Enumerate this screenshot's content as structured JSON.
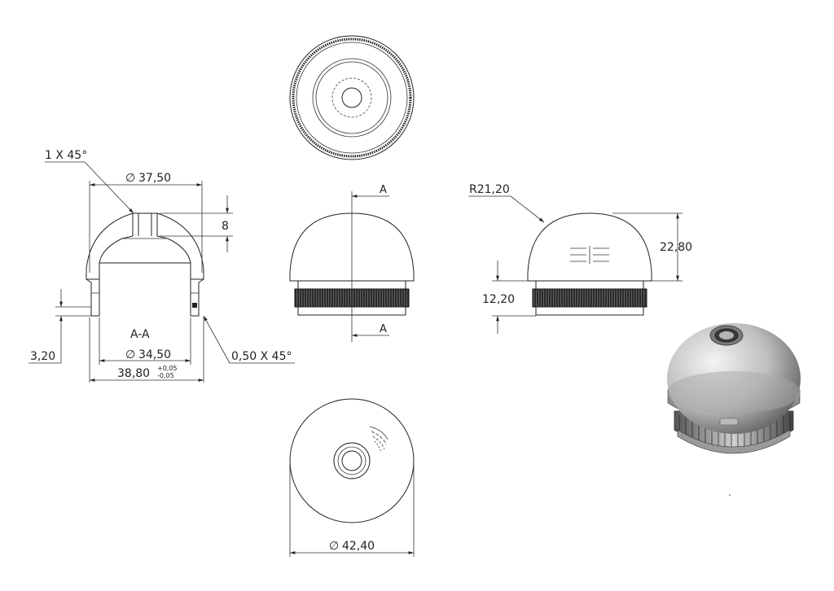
{
  "dimensions": {
    "chamfer_top": "1 X 45°",
    "dia_top": "37,50",
    "height_8": "8",
    "section_label": "A-A",
    "height_3_20": "3,20",
    "dia_inner": "34,50",
    "dia_outer": "38,80",
    "tol_plus": "+0,05",
    "tol_minus": "-0,05",
    "chamfer_bottom": "0,50 X 45°",
    "section_arrow_top": "A",
    "section_arrow_bottom": "A",
    "radius": "R21,20",
    "height_22_80": "22,80",
    "height_12_20": "12,20",
    "dia_bottom_view": "42,40"
  },
  "symbols": {
    "diameter": "∅"
  },
  "colors": {
    "line": "#222222",
    "knurl": "#1a1a1a",
    "sphere_light": "#e6e6e6",
    "sphere_dark": "#6a6a6a"
  }
}
